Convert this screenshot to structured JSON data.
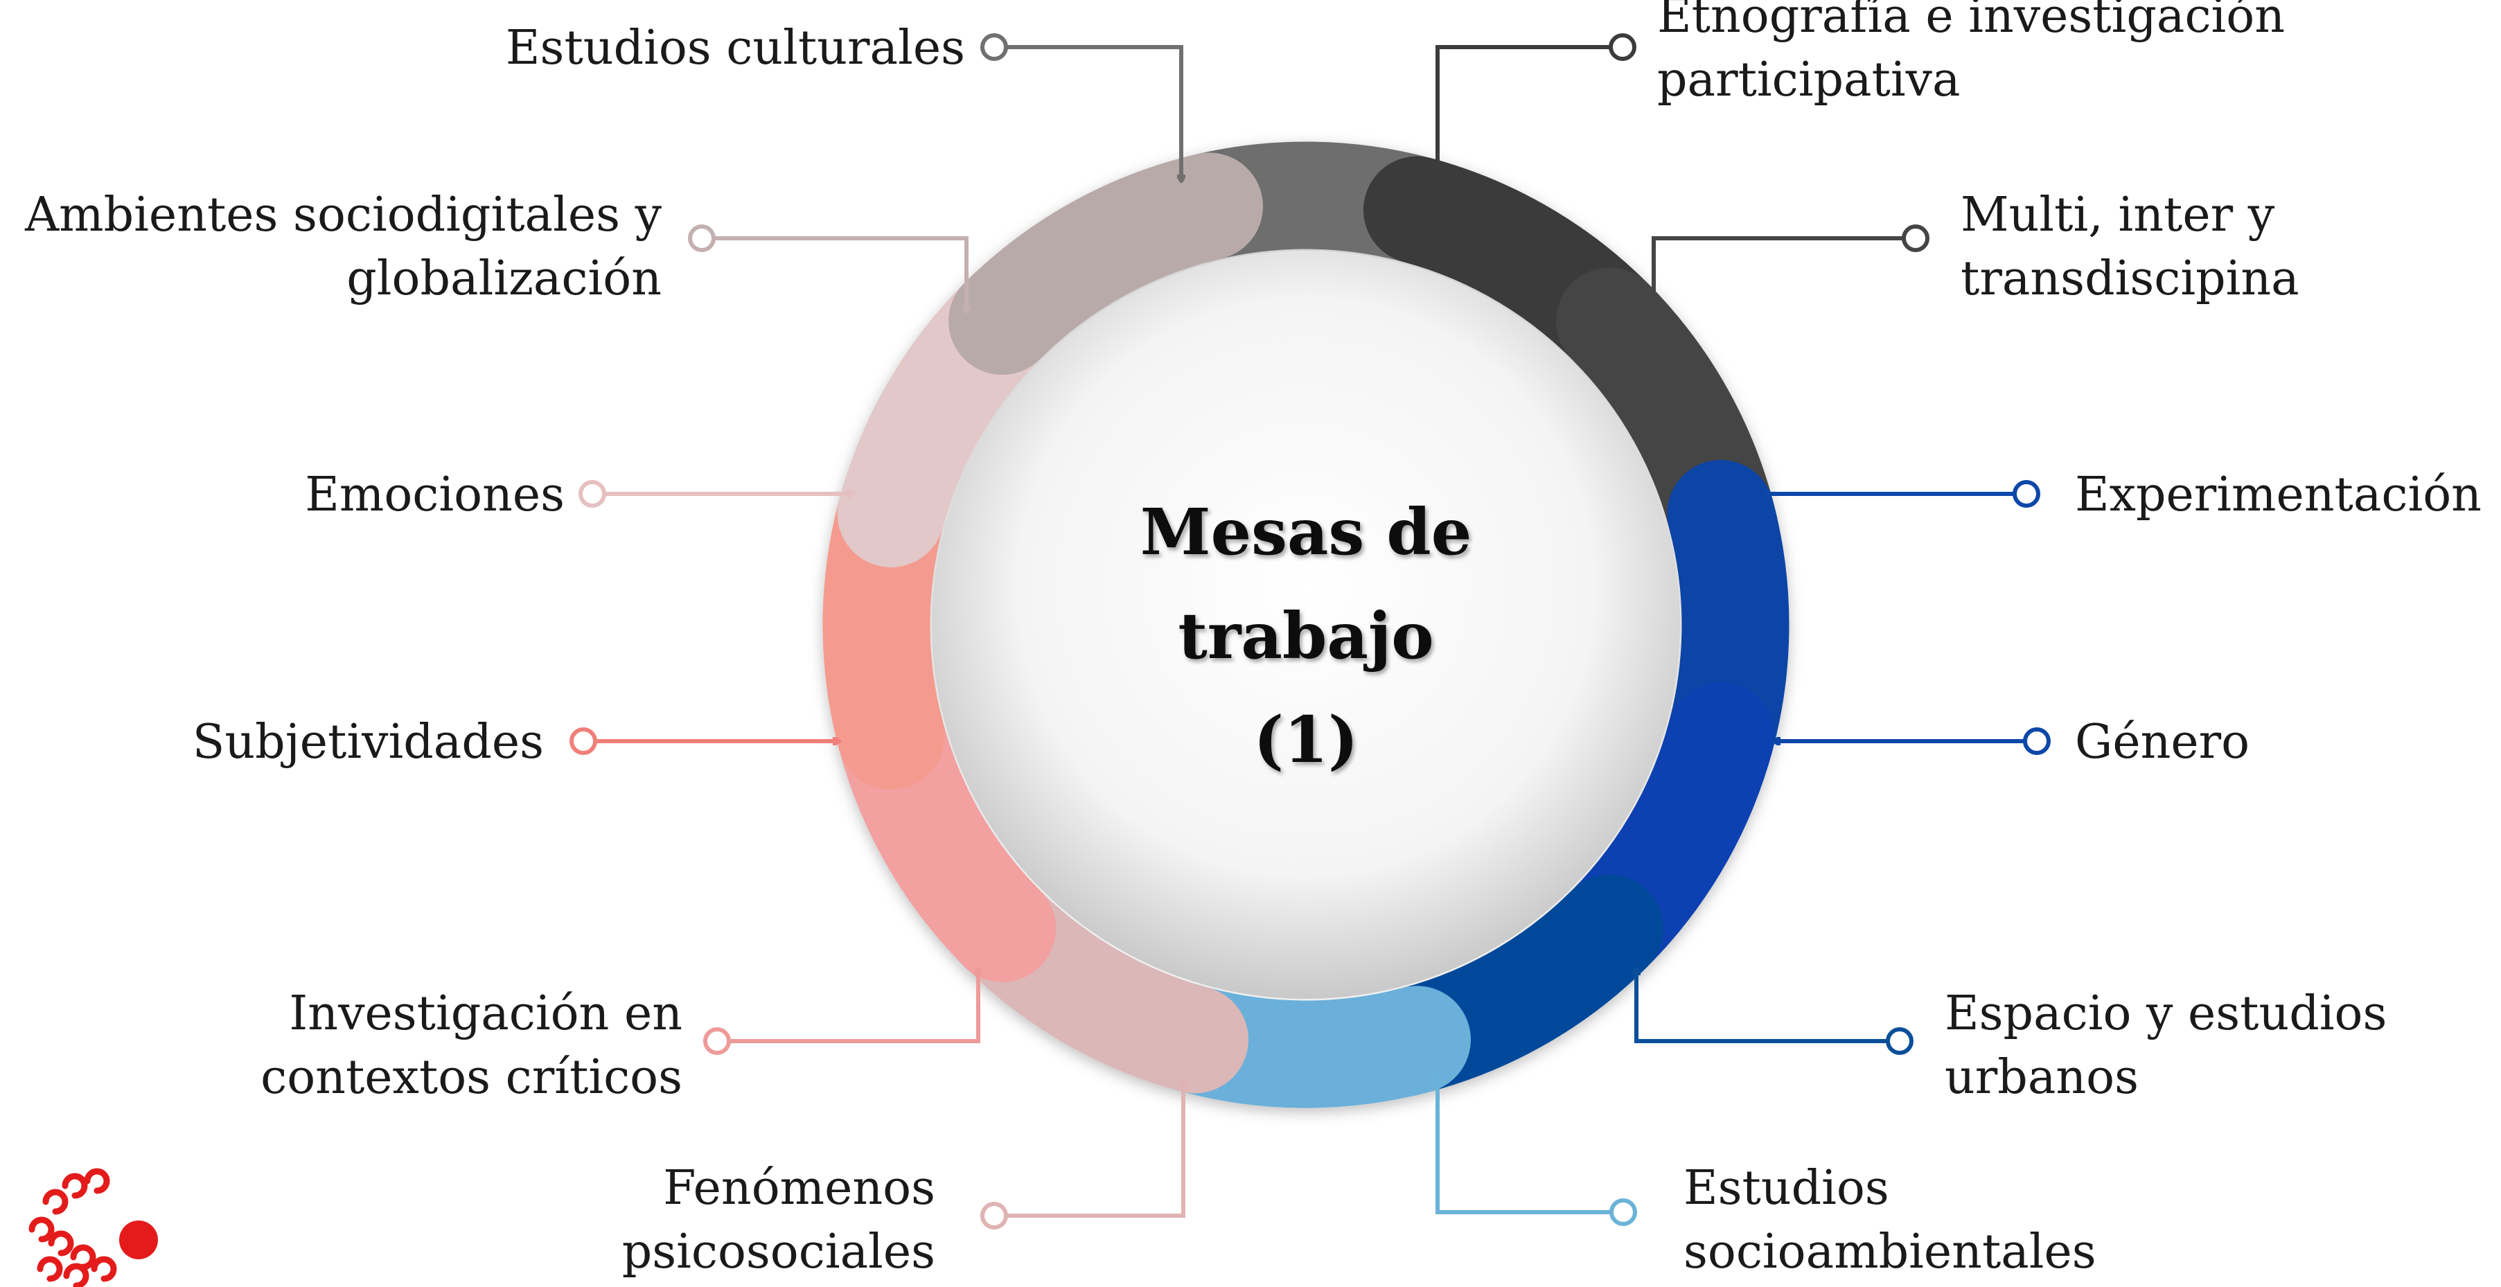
{
  "center": {
    "lines": [
      "Mesas de",
      "trabajo",
      "(1)"
    ]
  },
  "topics": [
    {
      "lines": [
        "Estudios culturales"
      ],
      "color": "#707070"
    },
    {
      "lines": [
        "Etnografía e investigación",
        "participativa"
      ],
      "color": "#3c3c3c"
    },
    {
      "lines": [
        "Multi, inter y",
        "transdiscipina"
      ],
      "color": "#454545"
    },
    {
      "lines": [
        "Experimentación"
      ],
      "color": "#0d47a8"
    },
    {
      "lines": [
        "Género"
      ],
      "color": "#0d47a8"
    },
    {
      "lines": [
        "Espacio y estudios",
        "urbanos"
      ],
      "color": "#0b4f9a"
    },
    {
      "lines": [
        "Estudios",
        "socioambientales"
      ],
      "color": "#6bb2d9"
    },
    {
      "lines": [
        "Fenómenos",
        "psicosociales"
      ],
      "color": "#e0b3b3"
    },
    {
      "lines": [
        "Investigación en",
        "contextos críticos"
      ],
      "color": "#ef9a9a"
    },
    {
      "lines": [
        "Subjetividades"
      ],
      "color": "#f07f7a"
    },
    {
      "lines": [
        "Emociones"
      ],
      "color": "#e6c0c0"
    },
    {
      "lines": [
        "Ambientes sociodigitales y",
        "globalización"
      ],
      "color": "#c4b0b0"
    }
  ],
  "ring_segments": [
    {
      "name": "ring-segment-estudios-culturales",
      "color": "#6e6e6e"
    },
    {
      "name": "ring-segment-etnografia",
      "color": "#3a3a3a"
    },
    {
      "name": "ring-segment-multi-inter",
      "color": "#444444"
    },
    {
      "name": "ring-segment-experimentacion",
      "color": "#0a44a6"
    },
    {
      "name": "ring-segment-genero",
      "color": "#0a3fb0"
    },
    {
      "name": "ring-segment-espacio-urbano",
      "color": "#064a9a"
    },
    {
      "name": "ring-segment-socioambientales",
      "color": "#6ab0da"
    },
    {
      "name": "ring-segment-psicosociales",
      "color": "#dcb7b7"
    },
    {
      "name": "ring-segment-contextos-criticos",
      "color": "#f2a0a0"
    },
    {
      "name": "ring-segment-subjetividades",
      "color": "#f59a8e"
    },
    {
      "name": "ring-segment-emociones",
      "color": "#e2c8c8"
    },
    {
      "name": "ring-segment-sociodigitales",
      "color": "#b9aaaa"
    }
  ],
  "logo": {
    "name": "institution-logo-icon",
    "color": "#e31b1b"
  }
}
